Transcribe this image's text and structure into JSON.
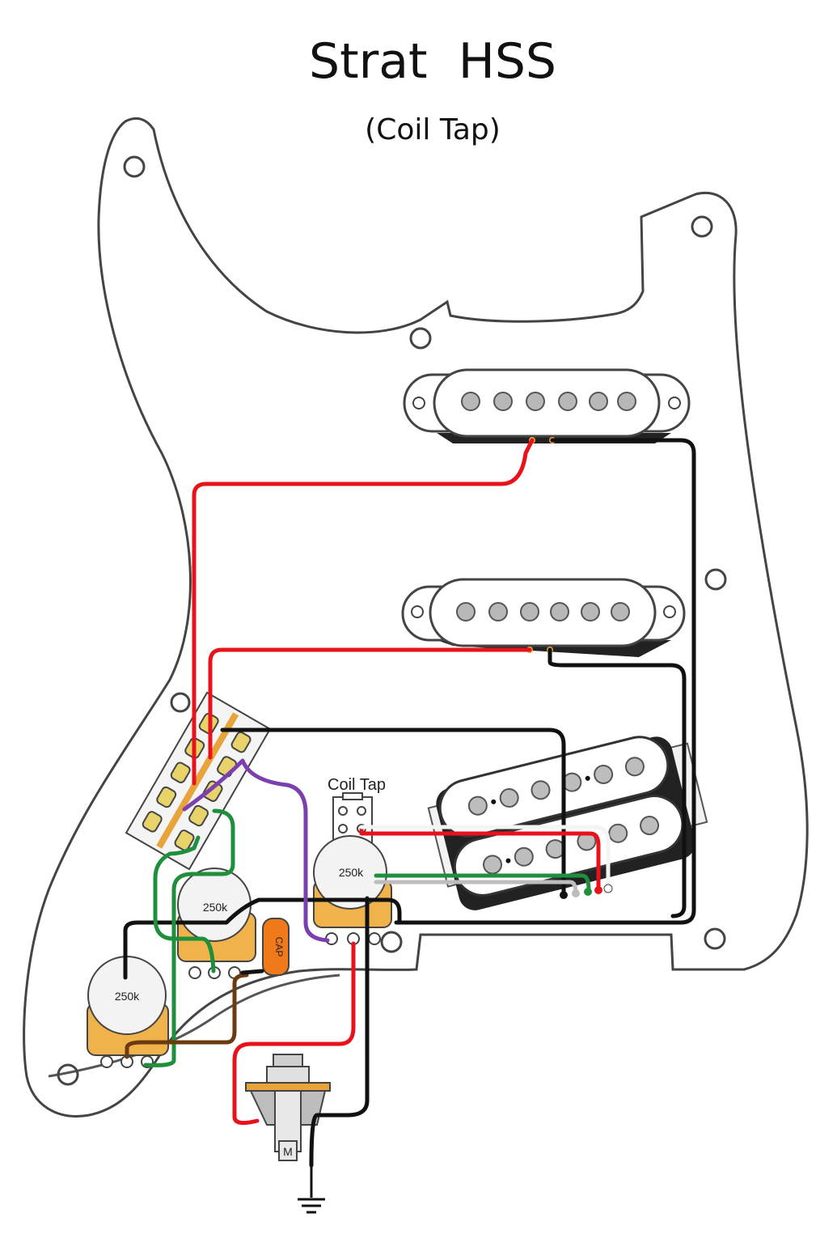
{
  "title": "Strat  HSS",
  "subtitle": "(Coil Tap)",
  "labels": {
    "coil_tap": "Coil Tap",
    "pot_volume": "250k",
    "pot_tone_1": "250k",
    "pot_tone_2": "250k",
    "capacitor": "CAP",
    "jack_mark": "M"
  },
  "wire_colors": {
    "hot": "#e8121b",
    "ground": "#111111",
    "north_start": "#1e8f3a",
    "purple": "#7b3fb0",
    "brown": "#6b3a0e",
    "bare": "#bdbdbd",
    "white": "#f4f4f4"
  },
  "part_colors": {
    "pot_base": "#f0b24a",
    "cap": "#f07a1a",
    "switch_strip": "#e8a33a",
    "pickguard_line": "#555555"
  }
}
